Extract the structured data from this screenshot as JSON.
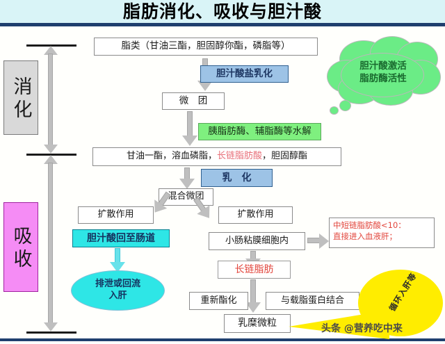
{
  "header": {
    "title": "脂肪消化、吸收与胆汁酸",
    "bar_color": "#1f3f6e",
    "bg_color": "#d9f4f7"
  },
  "axis": {
    "stages": [
      {
        "label": "消化",
        "style": "gray",
        "color": "#d9d9d9"
      },
      {
        "label": "吸收",
        "style": "pink",
        "color": "#f58cf5"
      }
    ]
  },
  "flow": {
    "lipids_box": "脂类（甘油三酯，胆固醇你酯，磷脂等）",
    "bile_salt_emulsify": "胆汁酸盐乳化",
    "micelle": "微　团",
    "lipase_hydrolysis": "胰脂肪酶、辅脂酶等水解",
    "products": {
      "part1": "甘油一酯，溶血磷脂，",
      "highlight": "长链脂肪酸",
      "part2": "，胆固醇酯",
      "highlight_color": "#e8707a"
    },
    "emulsify": "乳　化",
    "mixed_micelle": "混合微团",
    "diffusion_left": "扩散作用",
    "diffusion_right": "扩散作用",
    "bile_acid_return": "胆汁酸回至肠道",
    "excrete_ellipse": "排泄或回流\n入肝",
    "excrete_line1": "排泄或回流",
    "excrete_line2": "入肝",
    "intestinal_cell": "小肠粘膜细胞内",
    "long_chain_fat": "长链脂肪",
    "re_esterify": "重新酯化",
    "apolipoprotein": "与载脂蛋白结合",
    "chylomicron": "乳糜微粒"
  },
  "notes": {
    "cloud_line1": "胆汁酸激活",
    "cloud_line2": "脂肪酶活性",
    "cloud_color": "#6bec86",
    "short_chain_line1": "中短链脂肪酸<10：",
    "short_chain_line2": "直接进入血液肝；",
    "short_chain_color": "#e2453c",
    "callout_text": "循环入肝等",
    "callout_color": "#ffed00"
  },
  "watermark": {
    "text": "头条 @营养吃中来"
  }
}
